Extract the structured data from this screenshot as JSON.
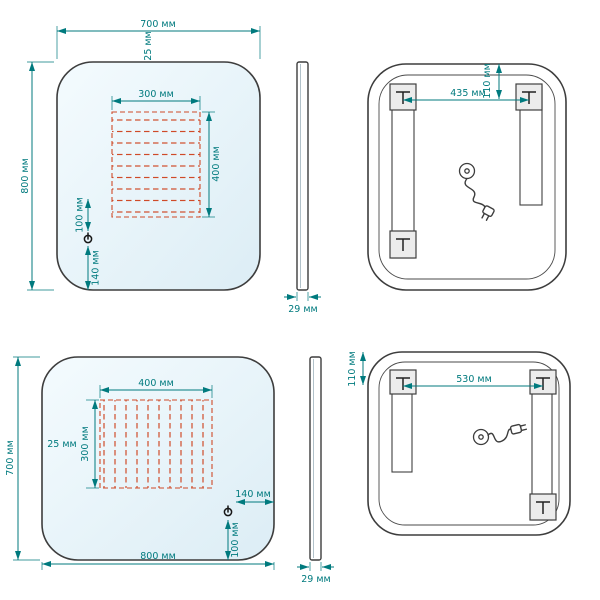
{
  "title": "Mirror technical dimensions drawing",
  "units": "мм",
  "colors": {
    "dimension": "#007a7e",
    "outline": "#3d3d3d",
    "mirror_fill": "#e8f4fa",
    "led_hatch": "#cf4a28"
  },
  "views": {
    "portrait_front": {
      "width": "700 мм",
      "height": "800 мм",
      "edge_offset": "25 мм",
      "led_zone_width": "300 мм",
      "led_zone_height": "400 мм",
      "sensor_offset_top": "100 мм",
      "sensor_offset_bottom": "140 мм"
    },
    "portrait_side": {
      "thickness": "29 мм"
    },
    "portrait_back": {
      "bracket_span": "435 мм",
      "bracket_offset": "110 мм"
    },
    "landscape_front": {
      "width": "800 мм",
      "height": "700 мм",
      "edge_offset": "25 мм",
      "led_zone_width": "400 мм",
      "led_zone_height": "300 мм",
      "sensor_offset_right": "140 мм",
      "sensor_offset_bottom": "100 мм"
    },
    "landscape_side": {
      "thickness": "29 мм"
    },
    "landscape_back": {
      "bracket_span": "530 мм",
      "bracket_offset": "110 мм"
    }
  }
}
